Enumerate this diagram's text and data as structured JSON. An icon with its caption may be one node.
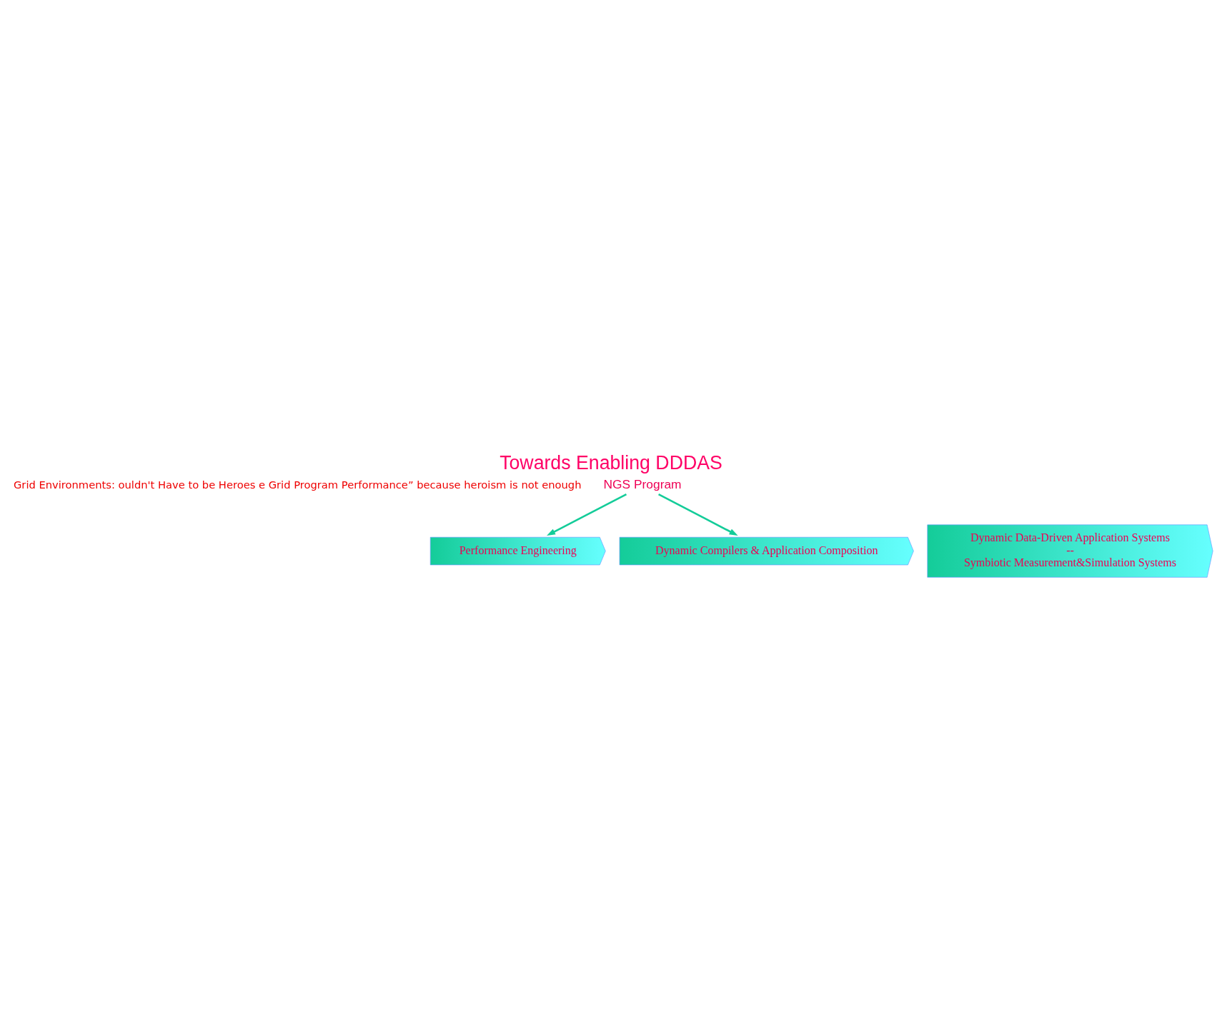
{
  "diagram": {
    "title": "Towards Enabling DDDAS",
    "nodes": [
      {
        "text": [
          "NGS Program"
        ]
      },
      {
        "text": [
          "Performance Engineering"
        ]
      },
      {
        "text": [
          "Dynamic Compilers & Application Composition"
        ]
      },
      {
        "text": [
          "Dynamic Data-Driven Application Systems",
          "--",
          "Symbiotic Measurement&Simulation Systems"
        ]
      }
    ],
    "edges": [
      {
        "from": 0,
        "to": 1,
        "arrow": "to"
      },
      {
        "from": 0,
        "to": 2,
        "arrow": "to"
      }
    ],
    "labels": [
      "Grid Environments: ouldn't Have to be Heroes e Grid Program Performance” because heroism is not enough"
    ]
  }
}
